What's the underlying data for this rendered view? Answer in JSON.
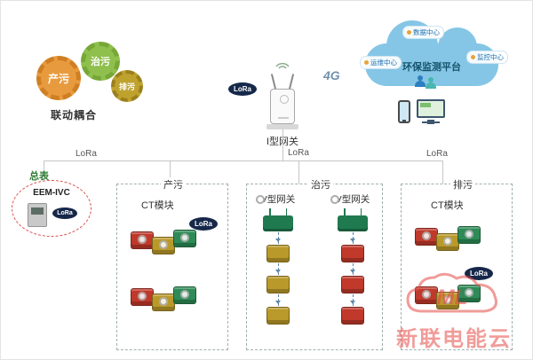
{
  "colors": {
    "lora_badge": "#16284a",
    "module_red": "#c0392b",
    "module_yellow": "#b9992a",
    "module_green": "#2e8b57",
    "gateway_green": "#1f7a4f",
    "cloud_blue": "#85c6e6",
    "watermark_red": "#e34a46"
  },
  "gears": {
    "items": [
      {
        "label": "产污"
      },
      {
        "label": "治污"
      },
      {
        "label": "排污"
      }
    ],
    "caption": "联动耦合"
  },
  "gateway": {
    "label": "I型网关",
    "lora_badge": "LoRa"
  },
  "cellular": {
    "label": "4G"
  },
  "cloud": {
    "title": "环保监测平台",
    "badge_top": "数据中心",
    "badge_left": "运维中心",
    "badge_right": "监控中心"
  },
  "bus": {
    "label_left": "LoRa",
    "label_center": "LoRa",
    "label_right": "LoRa"
  },
  "meter": {
    "caption": "总表",
    "model": "EEM-IVC",
    "lora_badge": "LoRa"
  },
  "zones": {
    "produce": {
      "title": "产污",
      "module_label": "CT模块",
      "lora_badge": "LoRa"
    },
    "treat": {
      "title": "治污",
      "columns": [
        {
          "label": "V型网关"
        },
        {
          "label": "V型网关"
        }
      ]
    },
    "discharge": {
      "title": "排污",
      "module_label": "CT模块",
      "lora_badge": "LoRa"
    }
  },
  "watermark": {
    "logo": "ML",
    "text": "新联电能云"
  }
}
